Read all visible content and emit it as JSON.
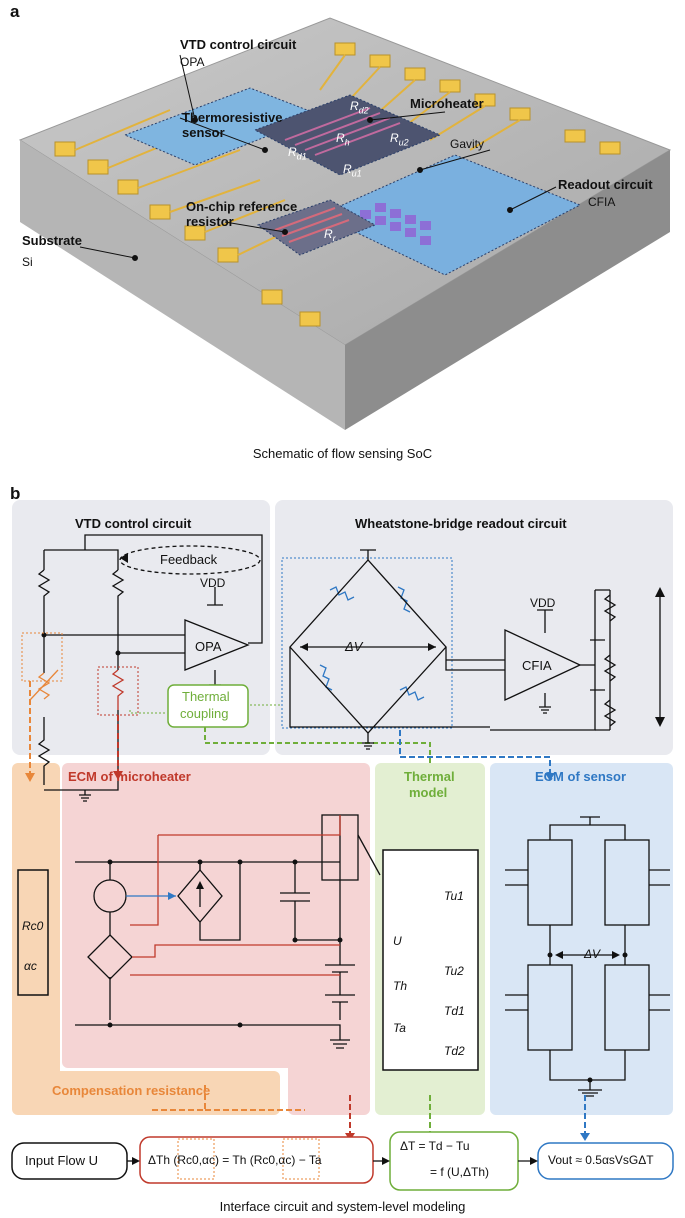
{
  "panel_a": {
    "letter": "a",
    "caption": "Schematic of flow sensing SoC",
    "labels": {
      "vtd": "VTD control circuit",
      "opa": "OPA",
      "thermo1": "Thermoresistive",
      "thermo2": "sensor",
      "microheater": "Microheater",
      "gavity": "Gavity",
      "readout": "Readout circuit",
      "cfia": "CFIA",
      "ref1": "On-chip reference",
      "ref2": "resistor",
      "substrate": "Substrate",
      "si": "Si",
      "rd2": "R",
      "rd2_sub": "d2",
      "rh": "R",
      "rh_sub": "h",
      "ru2": "R",
      "ru2_sub": "u2",
      "rd1": "R",
      "rd1_sub": "d1",
      "ru1": "R",
      "ru1_sub": "u1",
      "rr": "R",
      "rr_sub": "r"
    }
  },
  "panel_b": {
    "letter": "b",
    "caption": "Interface circuit and system-level modeling",
    "vtd_title": "VTD control circuit",
    "wheatstone_title": "Wheatstone-bridge readout circuit",
    "feedback": "Feedback",
    "vdd1": "VDD",
    "vdd2": "VDD",
    "opa": "OPA",
    "cfia": "CFIA",
    "thermal_coupling_1": "Thermal",
    "thermal_coupling_2": "coupling",
    "ecm_heater": "ECM of microheater",
    "thermal_model_1": "Thermal",
    "thermal_model_2": "model",
    "ecm_sensor": "ECM of sensor",
    "compensation": "Compensation resistance",
    "input_flow": "Input Flow U",
    "eq1": "ΔTh (Rc0,αc) = Th (Rc0,αc) − Ta",
    "eq2a": "ΔT = Td − Tu",
    "eq2b": "= f (U,ΔTh)",
    "eq3": "Vout ≈ 0.5αsVsGΔT",
    "delta_v": "ΔV",
    "rc0": "Rc0",
    "alpha_c": "αc",
    "thermal_vars": [
      "U",
      "Th",
      "Ta",
      "Tu1",
      "Tu2",
      "Td1",
      "Td2"
    ]
  },
  "colors": {
    "red": "#c0392b",
    "blue": "#2f78c4",
    "green": "#6fae3a",
    "orange": "#e8873a",
    "gray_panel": "#e9eaef",
    "pink_panel": "#f5d4d4",
    "orange_panel": "#f8d6b5",
    "green_panel": "#e3efd2",
    "blue_panel": "#d9e6f5"
  }
}
